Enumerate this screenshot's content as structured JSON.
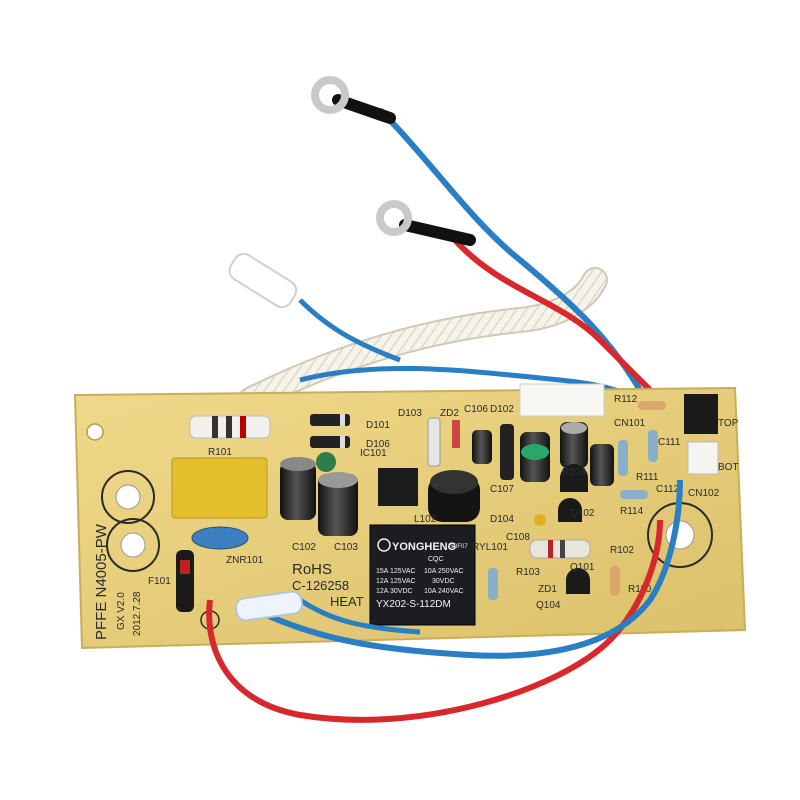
{
  "board": {
    "model": "PFFE N4005-PW",
    "version": "GX V2.0",
    "date": "2012.7.28",
    "rohs": "RoHS",
    "cert": "C-126258",
    "heat": "HEAT",
    "top": "TOP",
    "bot": "BOT"
  },
  "relay": {
    "brand": "YONGHENG",
    "rating1": "15A 125VAC",
    "rating2": "12A 125VAC",
    "rating3": "12A 30VDC",
    "rating4": "10A 250VAC",
    "rating5": "30VDC",
    "rating6": "10A 240VAC",
    "model": "YX202-S-112DM",
    "cqc": "CQC",
    "code": "S8F07"
  },
  "refs": {
    "r101": "R101",
    "d101": "D101",
    "d106": "D106",
    "d103": "D103",
    "zd2": "ZD2",
    "c106": "C106",
    "d102": "D102",
    "r112": "R112",
    "cn101": "CN101",
    "c111": "C111",
    "ic101": "IC101",
    "c107": "C107",
    "r104": "R104",
    "r111": "R111",
    "c112": "C112",
    "cn102": "CN102",
    "r114": "R114",
    "c102": "C102",
    "c103": "C103",
    "l102": "L102",
    "d104": "D104",
    "q102": "Q102",
    "c108": "C108",
    "ryl101": "RYL101",
    "r102": "R102",
    "r103": "R103",
    "q101": "Q101",
    "zd1": "ZD1",
    "r110": "R110",
    "q104": "Q104",
    "znr101": "ZNR101",
    "f101": "F101"
  },
  "colors": {
    "board": "#e8d07a",
    "wire_blue": "#2a7fc4",
    "wire_red": "#d8282c",
    "sleeve": "#f4f1e8",
    "relay": "#1b1d22"
  }
}
